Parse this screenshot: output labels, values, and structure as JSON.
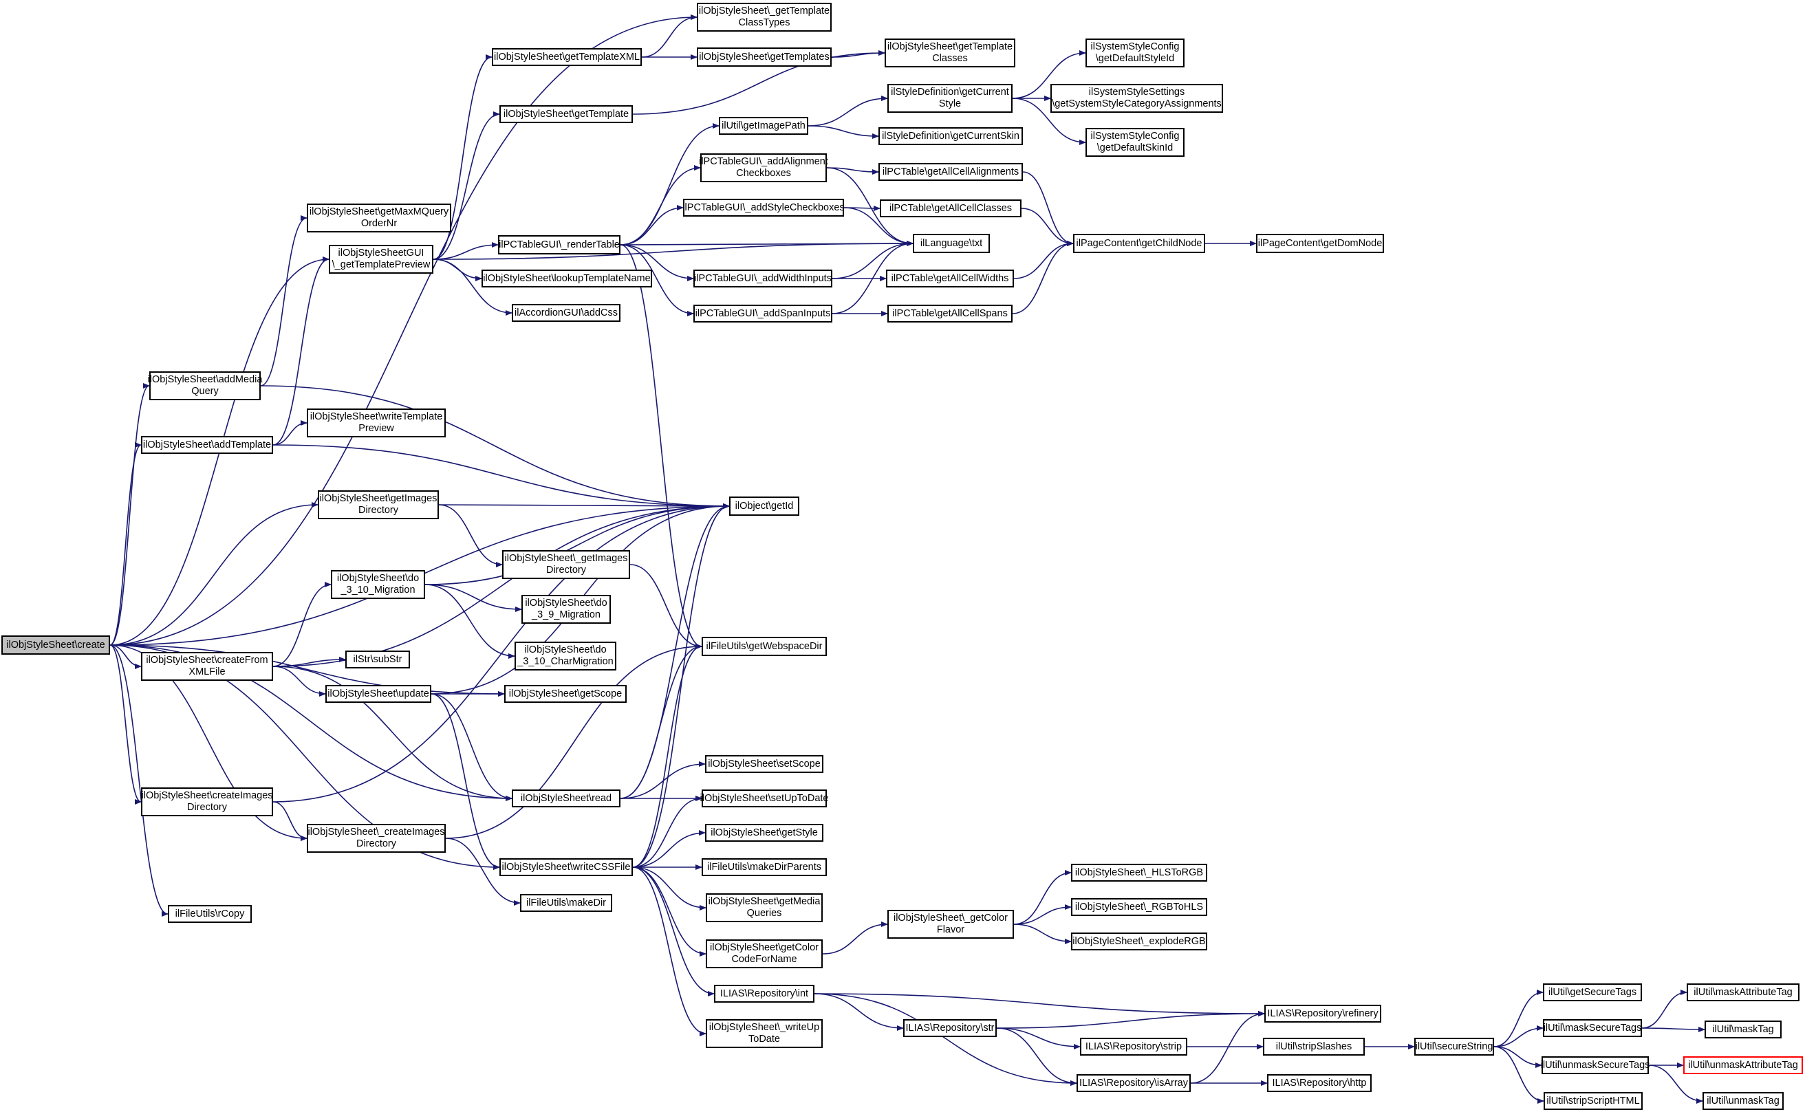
{
  "colors": {
    "edge": "#191970",
    "node_border": "#000000",
    "node_fill": "#ffffff",
    "root_fill": "#bfbfbf",
    "truncated_border": "#ff0000"
  },
  "nodes": [
    {
      "id": "create",
      "lines": [
        "ilObjStyleSheet\\create"
      ],
      "root": true
    },
    {
      "id": "getTemplateClassTypes",
      "lines": [
        "ilObjStyleSheet\\_getTemplate",
        "ClassTypes"
      ]
    },
    {
      "id": "getTemplateXML",
      "lines": [
        "ilObjStyleSheet\\getTemplateXML"
      ]
    },
    {
      "id": "getTemplates",
      "lines": [
        "ilObjStyleSheet\\getTemplates"
      ]
    },
    {
      "id": "getTemplateClasses",
      "lines": [
        "ilObjStyleSheet\\getTemplate",
        "Classes"
      ]
    },
    {
      "id": "getDefaultStyleId",
      "lines": [
        "ilSystemStyleConfig",
        "\\getDefaultStyleId"
      ]
    },
    {
      "id": "getCurrentStyle",
      "lines": [
        "ilStyleDefinition\\getCurrent",
        "Style"
      ]
    },
    {
      "id": "getSystemStyleCategoryAssignments",
      "lines": [
        "ilSystemStyleSettings",
        "\\getSystemStyleCategoryAssignments"
      ]
    },
    {
      "id": "getTemplate",
      "lines": [
        "ilObjStyleSheet\\getTemplate"
      ]
    },
    {
      "id": "getImagePath",
      "lines": [
        "ilUtil\\getImagePath"
      ]
    },
    {
      "id": "getCurrentSkin",
      "lines": [
        "ilStyleDefinition\\getCurrentSkin"
      ]
    },
    {
      "id": "getDefaultSkinId",
      "lines": [
        "ilSystemStyleConfig",
        "\\getDefaultSkinId"
      ]
    },
    {
      "id": "addAlignmentCheckboxes",
      "lines": [
        "ilPCTableGUI\\_addAlignment",
        "Checkboxes"
      ]
    },
    {
      "id": "getAllCellAlignments",
      "lines": [
        "ilPCTable\\getAllCellAlignments"
      ]
    },
    {
      "id": "getMaxMQueryOrderNr",
      "lines": [
        "ilObjStyleSheet\\getMaxMQuery",
        "OrderNr"
      ]
    },
    {
      "id": "addStyleCheckboxes",
      "lines": [
        "ilPCTableGUI\\_addStyleCheckboxes"
      ]
    },
    {
      "id": "getAllCellClasses",
      "lines": [
        "ilPCTable\\getAllCellClasses"
      ]
    },
    {
      "id": "getTemplatePreview",
      "lines": [
        "ilObjStyleSheetGUI",
        "\\_getTemplatePreview"
      ]
    },
    {
      "id": "renderTable",
      "lines": [
        "ilPCTableGUI\\_renderTable"
      ]
    },
    {
      "id": "txt",
      "lines": [
        "ilLanguage\\txt"
      ]
    },
    {
      "id": "getChildNode",
      "lines": [
        "ilPageContent\\getChildNode"
      ]
    },
    {
      "id": "getDomNode",
      "lines": [
        "ilPageContent\\getDomNode"
      ]
    },
    {
      "id": "lookupTemplateName",
      "lines": [
        "ilObjStyleSheet\\lookupTemplateName"
      ]
    },
    {
      "id": "addWidthInputs",
      "lines": [
        "ilPCTableGUI\\_addWidthInputs"
      ]
    },
    {
      "id": "getAllCellWidths",
      "lines": [
        "ilPCTable\\getAllCellWidths"
      ]
    },
    {
      "id": "addCss",
      "lines": [
        "ilAccordionGUI\\addCss"
      ]
    },
    {
      "id": "addSpanInputs",
      "lines": [
        "ilPCTableGUI\\_addSpanInputs"
      ]
    },
    {
      "id": "getAllCellSpans",
      "lines": [
        "ilPCTable\\getAllCellSpans"
      ]
    },
    {
      "id": "addMediaQuery",
      "lines": [
        "ilObjStyleSheet\\addMedia",
        "Query"
      ]
    },
    {
      "id": "writeTemplatePreview",
      "lines": [
        "ilObjStyleSheet\\writeTemplate",
        "Preview"
      ]
    },
    {
      "id": "addTemplate",
      "lines": [
        "ilObjStyleSheet\\addTemplate"
      ]
    },
    {
      "id": "getImagesDirectory",
      "lines": [
        "ilObjStyleSheet\\getImages",
        "Directory"
      ]
    },
    {
      "id": "getId",
      "lines": [
        "ilObject\\getId"
      ]
    },
    {
      "id": "_getImagesDirectory",
      "lines": [
        "ilObjStyleSheet\\_getImages",
        "Directory"
      ]
    },
    {
      "id": "do_3_10_Migration",
      "lines": [
        "ilObjStyleSheet\\do",
        "_3_10_Migration"
      ]
    },
    {
      "id": "do_3_9_Migration",
      "lines": [
        "ilObjStyleSheet\\do",
        "_3_9_Migration"
      ]
    },
    {
      "id": "getWebspaceDir",
      "lines": [
        "ilFileUtils\\getWebspaceDir"
      ]
    },
    {
      "id": "do_3_10_CharMigration",
      "lines": [
        "ilObjStyleSheet\\do",
        "_3_10_CharMigration"
      ]
    },
    {
      "id": "createFromXMLFile",
      "lines": [
        "ilObjStyleSheet\\createFrom",
        "XMLFile"
      ]
    },
    {
      "id": "subStr",
      "lines": [
        "ilStr\\subStr"
      ]
    },
    {
      "id": "update",
      "lines": [
        "ilObjStyleSheet\\update"
      ]
    },
    {
      "id": "getScope",
      "lines": [
        "ilObjStyleSheet\\getScope"
      ]
    },
    {
      "id": "setScope",
      "lines": [
        "ilObjStyleSheet\\setScope"
      ]
    },
    {
      "id": "createImagesDirectory",
      "lines": [
        "ilObjStyleSheet\\createImages",
        "Directory"
      ]
    },
    {
      "id": "read",
      "lines": [
        "ilObjStyleSheet\\read"
      ]
    },
    {
      "id": "setUpToDate",
      "lines": [
        "ilObjStyleSheet\\setUpToDate"
      ]
    },
    {
      "id": "_createImagesDirectory",
      "lines": [
        "ilObjStyleSheet\\_createImages",
        "Directory"
      ]
    },
    {
      "id": "getStyle",
      "lines": [
        "ilObjStyleSheet\\getStyle"
      ]
    },
    {
      "id": "writeCSSFile",
      "lines": [
        "ilObjStyleSheet\\writeCSSFile"
      ]
    },
    {
      "id": "makeDirParents",
      "lines": [
        "ilFileUtils\\makeDirParents"
      ]
    },
    {
      "id": "HLSToRGB",
      "lines": [
        "ilObjStyleSheet\\_HLSToRGB"
      ]
    },
    {
      "id": "makeDir",
      "lines": [
        "ilFileUtils\\makeDir"
      ]
    },
    {
      "id": "getMediaQueries",
      "lines": [
        "ilObjStyleSheet\\getMedia",
        "Queries"
      ]
    },
    {
      "id": "RGBToHLS",
      "lines": [
        "ilObjStyleSheet\\_RGBToHLS"
      ]
    },
    {
      "id": "rCopy",
      "lines": [
        "ilFileUtils\\rCopy"
      ]
    },
    {
      "id": "getColorFlavor",
      "lines": [
        "ilObjStyleSheet\\_getColor",
        "Flavor"
      ]
    },
    {
      "id": "explodeRGB",
      "lines": [
        "ilObjStyleSheet\\_explodeRGB"
      ]
    },
    {
      "id": "getColorCodeForName",
      "lines": [
        "ilObjStyleSheet\\getColor",
        "CodeForName"
      ]
    },
    {
      "id": "repoInt",
      "lines": [
        "ILIAS\\Repository\\int"
      ]
    },
    {
      "id": "getSecureTags",
      "lines": [
        "ilUtil\\getSecureTags"
      ]
    },
    {
      "id": "maskAttributeTag",
      "lines": [
        "ilUtil\\maskAttributeTag"
      ]
    },
    {
      "id": "repoRefinery",
      "lines": [
        "ILIAS\\Repository\\refinery"
      ]
    },
    {
      "id": "repoStr",
      "lines": [
        "ILIAS\\Repository\\str"
      ]
    },
    {
      "id": "maskSecureTags",
      "lines": [
        "ilUtil\\maskSecureTags"
      ]
    },
    {
      "id": "maskTag",
      "lines": [
        "ilUtil\\maskTag"
      ]
    },
    {
      "id": "writeUpToDate",
      "lines": [
        "ilObjStyleSheet\\_writeUp",
        "ToDate"
      ]
    },
    {
      "id": "repoStrip",
      "lines": [
        "ILIAS\\Repository\\strip"
      ]
    },
    {
      "id": "stripSlashes",
      "lines": [
        "ilUtil\\stripSlashes"
      ]
    },
    {
      "id": "secureString",
      "lines": [
        "ilUtil\\secureString"
      ]
    },
    {
      "id": "unmaskSecureTags",
      "lines": [
        "ilUtil\\unmaskSecureTags"
      ]
    },
    {
      "id": "unmaskAttributeTag",
      "lines": [
        "ilUtil\\unmaskAttributeTag"
      ],
      "truncated": true
    },
    {
      "id": "repoIsArray",
      "lines": [
        "ILIAS\\Repository\\isArray"
      ]
    },
    {
      "id": "repoHttp",
      "lines": [
        "ILIAS\\Repository\\http"
      ]
    },
    {
      "id": "stripScriptHTML",
      "lines": [
        "ilUtil\\stripScriptHTML"
      ]
    },
    {
      "id": "unmaskTag",
      "lines": [
        "ilUtil\\unmaskTag"
      ]
    }
  ],
  "edges": [
    [
      "create",
      "getTemplateClassTypes"
    ],
    [
      "create",
      "getTemplatePreview"
    ],
    [
      "create",
      "getId"
    ],
    [
      "create",
      "addMediaQuery"
    ],
    [
      "create",
      "addTemplate"
    ],
    [
      "create",
      "getImagesDirectory"
    ],
    [
      "create",
      "getScope"
    ],
    [
      "create",
      "createFromXMLFile"
    ],
    [
      "create",
      "read"
    ],
    [
      "create",
      "createImagesDirectory"
    ],
    [
      "create",
      "_createImagesDirectory"
    ],
    [
      "create",
      "writeCSSFile"
    ],
    [
      "create",
      "rCopy"
    ],
    [
      "getTemplateXML",
      "getTemplateClassTypes"
    ],
    [
      "getTemplateXML",
      "getTemplates"
    ],
    [
      "getTemplates",
      "getTemplateClasses"
    ],
    [
      "getTemplate",
      "getTemplateClasses"
    ],
    [
      "getCurrentStyle",
      "getDefaultStyleId"
    ],
    [
      "getCurrentStyle",
      "getSystemStyleCategoryAssignments"
    ],
    [
      "getCurrentStyle",
      "getDefaultSkinId"
    ],
    [
      "getImagePath",
      "getCurrentStyle"
    ],
    [
      "getImagePath",
      "getCurrentSkin"
    ],
    [
      "addAlignmentCheckboxes",
      "getAllCellAlignments"
    ],
    [
      "addAlignmentCheckboxes",
      "txt"
    ],
    [
      "addStyleCheckboxes",
      "getAllCellClasses"
    ],
    [
      "addStyleCheckboxes",
      "txt"
    ],
    [
      "getTemplatePreview",
      "getTemplateXML"
    ],
    [
      "getTemplatePreview",
      "getTemplate"
    ],
    [
      "getTemplatePreview",
      "renderTable"
    ],
    [
      "getTemplatePreview",
      "txt"
    ],
    [
      "getTemplatePreview",
      "lookupTemplateName"
    ],
    [
      "getTemplatePreview",
      "addCss"
    ],
    [
      "renderTable",
      "getImagePath"
    ],
    [
      "renderTable",
      "addAlignmentCheckboxes"
    ],
    [
      "renderTable",
      "addStyleCheckboxes"
    ],
    [
      "renderTable",
      "txt"
    ],
    [
      "renderTable",
      "addWidthInputs"
    ],
    [
      "renderTable",
      "addSpanInputs"
    ],
    [
      "renderTable",
      "getWebspaceDir"
    ],
    [
      "addWidthInputs",
      "getAllCellWidths"
    ],
    [
      "addWidthInputs",
      "txt"
    ],
    [
      "addSpanInputs",
      "getAllCellSpans"
    ],
    [
      "addSpanInputs",
      "txt"
    ],
    [
      "getAllCellAlignments",
      "getChildNode"
    ],
    [
      "getAllCellClasses",
      "getChildNode"
    ],
    [
      "getAllCellWidths",
      "getChildNode"
    ],
    [
      "getAllCellSpans",
      "getChildNode"
    ],
    [
      "getChildNode",
      "getDomNode"
    ],
    [
      "addMediaQuery",
      "getMaxMQueryOrderNr"
    ],
    [
      "addMediaQuery",
      "getId"
    ],
    [
      "addTemplate",
      "getTemplatePreview"
    ],
    [
      "addTemplate",
      "writeTemplatePreview"
    ],
    [
      "addTemplate",
      "getId"
    ],
    [
      "getImagesDirectory",
      "getId"
    ],
    [
      "getImagesDirectory",
      "_getImagesDirectory"
    ],
    [
      "_getImagesDirectory",
      "getWebspaceDir"
    ],
    [
      "do_3_10_Migration",
      "getId"
    ],
    [
      "do_3_10_Migration",
      "do_3_9_Migration"
    ],
    [
      "do_3_10_Migration",
      "do_3_10_CharMigration"
    ],
    [
      "createFromXMLFile",
      "getId"
    ],
    [
      "createFromXMLFile",
      "do_3_10_Migration"
    ],
    [
      "createFromXMLFile",
      "subStr"
    ],
    [
      "createFromXMLFile",
      "update"
    ],
    [
      "createFromXMLFile",
      "read"
    ],
    [
      "update",
      "getScope"
    ],
    [
      "update",
      "getId"
    ],
    [
      "update",
      "read"
    ],
    [
      "update",
      "writeCSSFile"
    ],
    [
      "createImagesDirectory",
      "getId"
    ],
    [
      "createImagesDirectory",
      "_createImagesDirectory"
    ],
    [
      "_createImagesDirectory",
      "getWebspaceDir"
    ],
    [
      "_createImagesDirectory",
      "makeDir"
    ],
    [
      "read",
      "getId"
    ],
    [
      "read",
      "setScope"
    ],
    [
      "read",
      "setUpToDate"
    ],
    [
      "read",
      "getWebspaceDir"
    ],
    [
      "writeCSSFile",
      "getId"
    ],
    [
      "writeCSSFile",
      "getWebspaceDir"
    ],
    [
      "writeCSSFile",
      "setUpToDate"
    ],
    [
      "writeCSSFile",
      "getStyle"
    ],
    [
      "writeCSSFile",
      "makeDirParents"
    ],
    [
      "writeCSSFile",
      "getMediaQueries"
    ],
    [
      "writeCSSFile",
      "getColorCodeForName"
    ],
    [
      "writeCSSFile",
      "repoInt"
    ],
    [
      "writeCSSFile",
      "writeUpToDate"
    ],
    [
      "getColorCodeForName",
      "getColorFlavor"
    ],
    [
      "getColorFlavor",
      "HLSToRGB"
    ],
    [
      "getColorFlavor",
      "RGBToHLS"
    ],
    [
      "getColorFlavor",
      "explodeRGB"
    ],
    [
      "repoInt",
      "repoRefinery"
    ],
    [
      "repoInt",
      "repoStr"
    ],
    [
      "repoInt",
      "repoIsArray"
    ],
    [
      "repoStr",
      "repoRefinery"
    ],
    [
      "repoStr",
      "repoStrip"
    ],
    [
      "repoStr",
      "repoIsArray"
    ],
    [
      "repoStrip",
      "stripSlashes"
    ],
    [
      "repoIsArray",
      "repoRefinery"
    ],
    [
      "repoIsArray",
      "repoHttp"
    ],
    [
      "stripSlashes",
      "secureString"
    ],
    [
      "secureString",
      "getSecureTags"
    ],
    [
      "secureString",
      "maskSecureTags"
    ],
    [
      "secureString",
      "unmaskSecureTags"
    ],
    [
      "secureString",
      "stripScriptHTML"
    ],
    [
      "maskSecureTags",
      "maskAttributeTag"
    ],
    [
      "maskSecureTags",
      "maskTag"
    ],
    [
      "unmaskSecureTags",
      "unmaskAttributeTag"
    ],
    [
      "unmaskSecureTags",
      "unmaskTag"
    ]
  ]
}
